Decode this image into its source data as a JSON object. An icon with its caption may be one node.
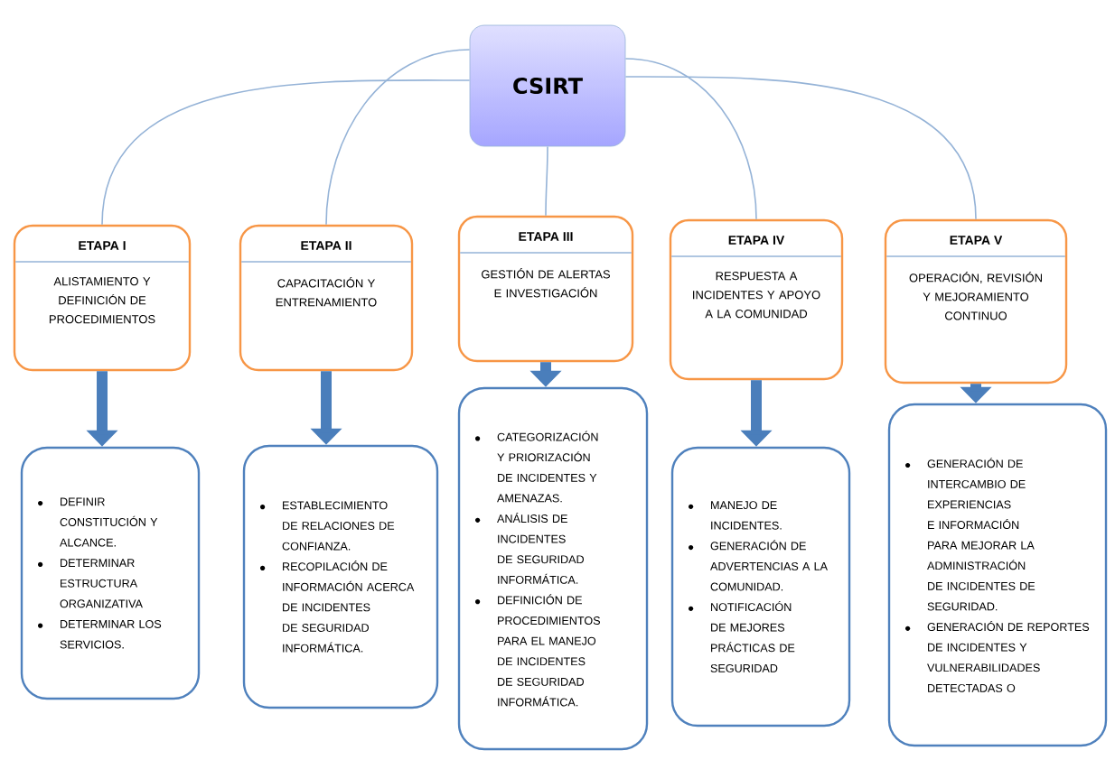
{
  "diagram": {
    "nodes": [
      {
        "text": [
          "CSIRT"
        ]
      },
      {
        "text": [
          "ETAPA I",
          "ALISTAMIENTO Y DEFINICIÓN DE PROCEDIMIENTOS"
        ]
      },
      {
        "text": [
          "ETAPA II",
          "CAPACITACIÓN Y ENTRENAMIENTO"
        ]
      },
      {
        "text": [
          "ETAPA III",
          "GESTIÓN DE ALERTAS E INVESTIGACIÓN"
        ]
      },
      {
        "text": [
          "ETAPA IV",
          "RESPUESTA A INCIDENTES Y APOYO A LA COMUNIDAD"
        ]
      },
      {
        "text": [
          "ETAPA V",
          "OPERACIÓN, REVISIÓN Y MEJORAMIENTO CONTINUO"
        ]
      },
      {
        "text": [
          "DEFINIR CONSTITUCIÓN Y ALCANCE.",
          "DETERMINAR ESTRUCTURA ORGANIZATIVA",
          "DETERMINAR LOS SERVICIOS."
        ]
      },
      {
        "text": [
          "ESTABLECIMIENTO DE RELACIONES DE CONFIANZA.",
          "RECOPILACIÓN DE INFORMACIÓN ACERCA DE INCIDENTES DE SEGURIDAD INFORMÁTICA."
        ]
      },
      {
        "text": [
          "CATEGORIZACIÓN Y PRIORIZACIÓN DE INCIDENTES Y AMENAZAS.",
          "ANÁLISIS DE INCIDENTES DE SEGURIDAD INFORMÁTICA.",
          "DEFINICIÓN DE PROCEDIMIENTOS PARA EL MANEJO DE INCIDENTES DE SEGURIDAD INFORMÁTICA."
        ]
      },
      {
        "text": [
          "MANEJO DE INCIDENTES.",
          "GENERACIÓN DE ADVERTENCIAS A LA COMUNIDAD.",
          "NOTIFICACIÓN DE MEJORES PRÁCTICAS DE SEGURIDAD"
        ]
      },
      {
        "text": [
          "GENERACIÓN DE INTERCAMBIO DE EXPERIENCIAS E INFORMACIÓN PARA MEJORAR LA ADMINISTRACIÓN DE INCIDENTES DE SEGURIDAD.",
          "GENERACIÓN DE REPORTES DE INCIDENTES Y VULNERABILIDADES DETECTADAS O"
        ]
      }
    ],
    "edges": [
      {
        "from": 0,
        "to": 1,
        "arrow": "none"
      },
      {
        "from": 0,
        "to": 2,
        "arrow": "none"
      },
      {
        "from": 0,
        "to": 3,
        "arrow": "none"
      },
      {
        "from": 0,
        "to": 4,
        "arrow": "none"
      },
      {
        "from": 0,
        "to": 5,
        "arrow": "none"
      },
      {
        "from": 1,
        "to": 6,
        "arrow": "to",
        "style": "thick"
      },
      {
        "from": 2,
        "to": 7,
        "arrow": "to",
        "style": "thick"
      },
      {
        "from": 3,
        "to": 8,
        "arrow": "to",
        "style": "thick"
      },
      {
        "from": 4,
        "to": 9,
        "arrow": "to",
        "style": "thick"
      },
      {
        "from": 5,
        "to": 10,
        "arrow": "to",
        "style": "thick"
      }
    ]
  }
}
